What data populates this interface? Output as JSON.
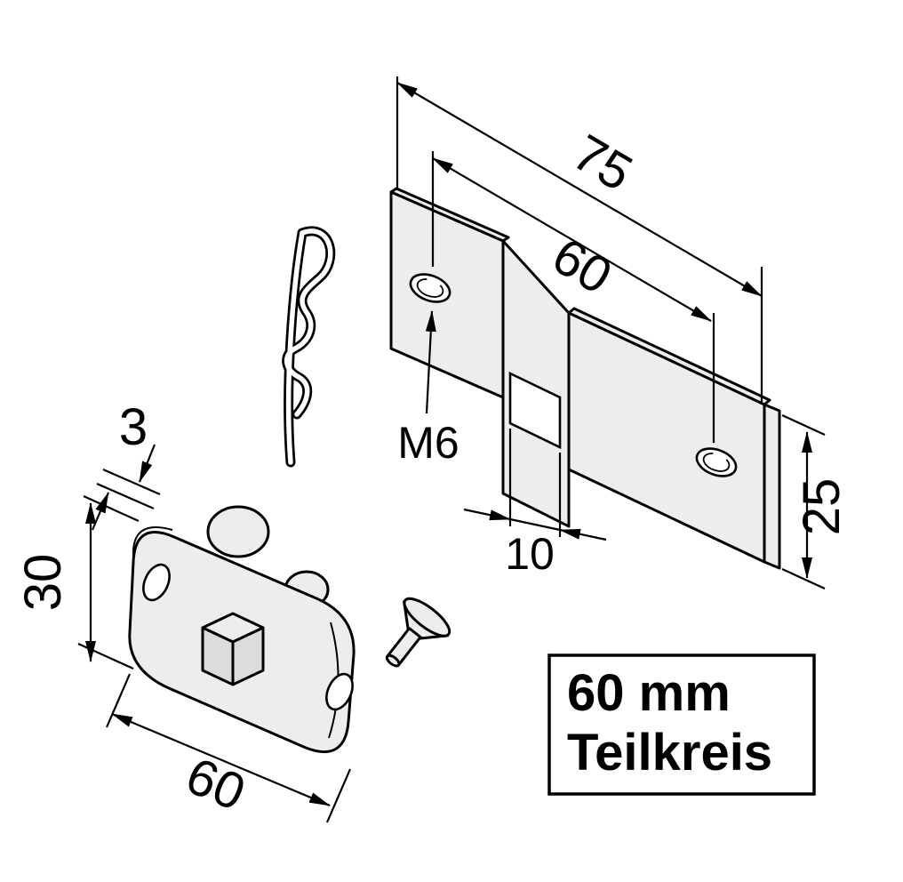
{
  "colors": {
    "line": "#000000",
    "part_fill": "#ededed",
    "background": "#ffffff"
  },
  "bracket": {
    "overall_length_mm": "75",
    "hole_spacing_mm": "60",
    "thread_label": "M6",
    "slot_width_mm": "10",
    "height_mm": "25"
  },
  "plate": {
    "thickness_mm": "3",
    "height_mm": "30",
    "length_mm": "60"
  },
  "note": {
    "line1": "60 mm",
    "line2": "Teilkreis"
  }
}
